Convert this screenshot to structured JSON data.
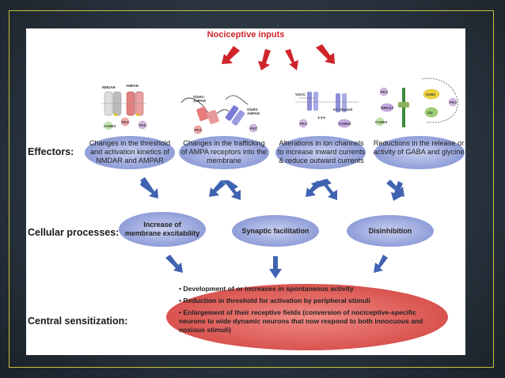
{
  "diagram": {
    "title": "Nociceptive inputs",
    "row_labels": {
      "effectors": "Effectors:",
      "cellular": "Cellular processes:",
      "central": "Central sensitization:"
    },
    "effectors": [
      {
        "line1": "Changes in the threshold",
        "line2": "and activation kinetics of",
        "line3": "NMDAR and AMPAR"
      },
      {
        "line1": "Changes in the trafficking",
        "line2": "of AMPA receptors into the",
        "line3": "membrane"
      },
      {
        "line1": "Alterations in ion channels",
        "line2": "to increase inward currents",
        "line3": "& reduce outward currents"
      },
      {
        "line1": "Reductions in the release or",
        "line2": "activity of GABA and glycine",
        "line3": ""
      }
    ],
    "processes": [
      {
        "line1": "Increase of",
        "line2": "membrane excitability"
      },
      {
        "line1": "Synaptic facilitation",
        "line2": ""
      },
      {
        "line1": "Disinhibition",
        "line2": ""
      }
    ],
    "central": [
      "• Development of or increases in spontaneous activity",
      "• Reduction in threshold for activation by peripheral stimuli",
      "• Enlargement of their receptive fields (conversion of nociceptive-specific neurons to wide dynamic neurons that now respond to both innocuous and noxious stimuli)"
    ],
    "icon_labels": {
      "nmdar": "NMDAR",
      "ampar": "AMPAR",
      "glur1": "GluR1-AMPAR",
      "glur2": "GluR2-AMPAR",
      "vocc": "VOCC",
      "kchannel": "K+ channel",
      "plus": "+++",
      "pka": "PKA",
      "pkc": "PKC",
      "camkii": "CAMKII",
      "erk": "ERK1/2",
      "gaba": "GABA",
      "gly": "Gly"
    },
    "colors": {
      "title": "#d0242b",
      "arrow_red": "#d0242b",
      "arrow_blue": "#3f63b0",
      "ellipse_blue": "#a9b4e2",
      "ellipse_red": "#e46a6a"
    }
  }
}
